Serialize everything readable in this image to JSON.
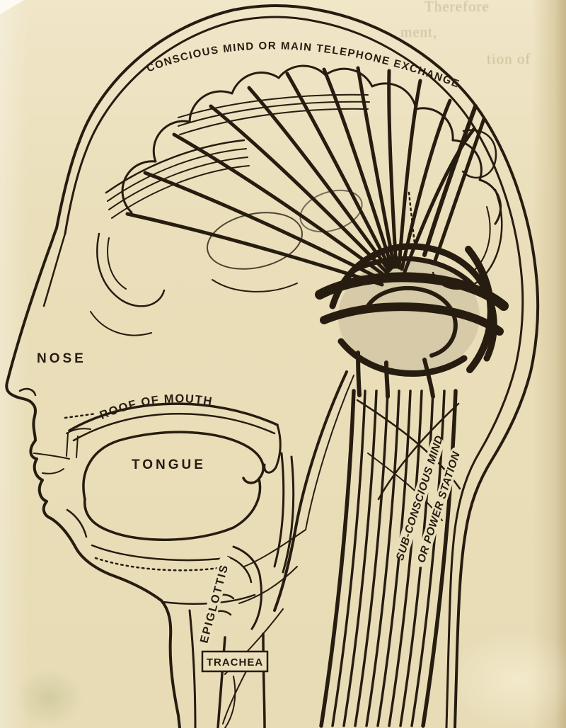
{
  "figure": {
    "labels": {
      "banner": "CONSCIOUS MIND OR MAIN TELEPHONE EXCHANGE",
      "nose": "NOSE",
      "roof_of_mouth": "ROOF OF MOUTH",
      "tongue": "TONGUE",
      "epiglottis": "EPIGLOTTIS",
      "trachea": "TRACHEA",
      "subconscious_1": "SUB-CONSCIOUS MIND",
      "subconscious_2": "OR POWER STATION"
    },
    "bleed_text": [
      "Therefore",
      "ment,",
      "tion of"
    ],
    "colors": {
      "paper": "#eadfbb",
      "ink": "#261c10",
      "page_edge_shadow": "#c8b68c"
    }
  }
}
